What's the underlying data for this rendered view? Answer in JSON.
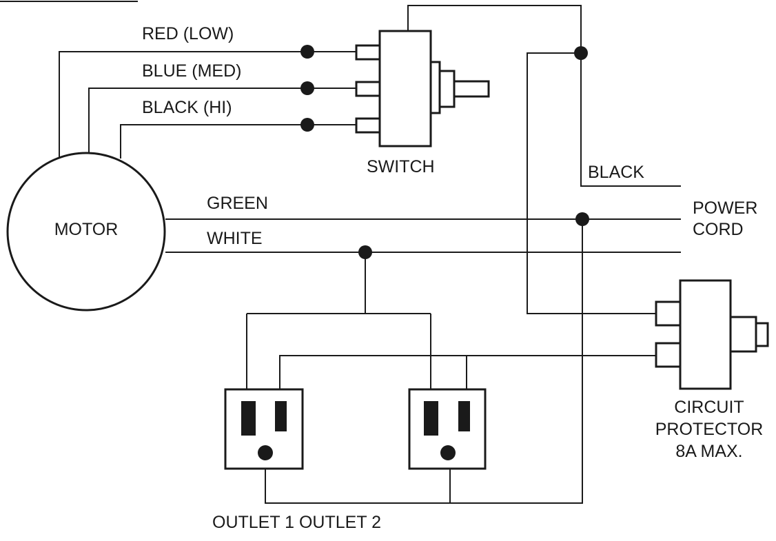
{
  "wire_labels": {
    "red": "RED  (LOW)",
    "blue": "BLUE  (MED)",
    "black_hi": "BLACK  (HI)",
    "green": "GREEN",
    "white": "WHITE",
    "black_line": "BLACK"
  },
  "components": {
    "motor": "MOTOR",
    "switch": "SWITCH",
    "power_cord": [
      "POWER",
      "CORD"
    ],
    "circuit_protector": [
      "CIRCUIT",
      "PROTECTOR",
      "8A MAX."
    ],
    "outlets": "OUTLET 1 OUTLET 2"
  }
}
